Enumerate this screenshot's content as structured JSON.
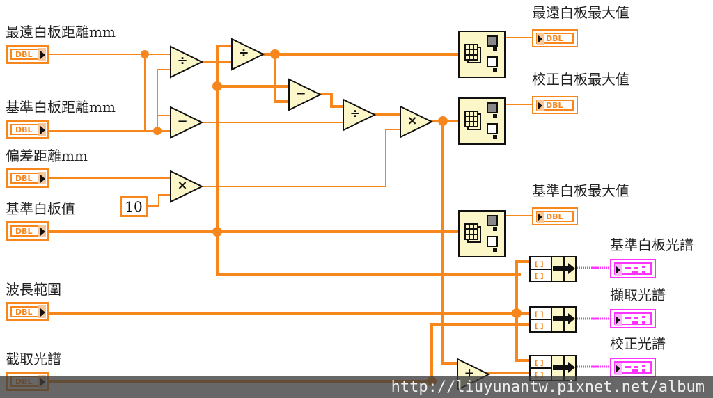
{
  "diagram": {
    "type": "LabVIEW block diagram",
    "wire_color": "#f7861c",
    "array_wire_color": "#ff33ff",
    "node_fill": "#fbf7c9"
  },
  "controls": [
    {
      "id": "far-white-distance",
      "label": "最遠白板距離mm",
      "type": "DBL",
      "array": false
    },
    {
      "id": "ref-white-distance",
      "label": "基準白板距離mm",
      "type": "DBL",
      "array": false
    },
    {
      "id": "offset-distance",
      "label": "偏差距離mm",
      "type": "DBL",
      "array": false
    },
    {
      "id": "ref-white-value",
      "label": "基準白板值",
      "type": "DBL",
      "array": true
    },
    {
      "id": "wavelength-range",
      "label": "波長範圍",
      "type": "DBL",
      "array": true
    },
    {
      "id": "captured-spectrum",
      "label": "截取光譜",
      "type": "DBL",
      "array": true
    }
  ],
  "constants": [
    {
      "id": "const-10",
      "value": "10"
    }
  ],
  "functions": [
    {
      "id": "divide-1",
      "op": "divide",
      "symbol": "÷"
    },
    {
      "id": "subtract-1",
      "op": "subtract",
      "symbol": "−"
    },
    {
      "id": "multiply-1",
      "op": "multiply",
      "symbol": "×"
    },
    {
      "id": "divide-2",
      "op": "divide",
      "symbol": "÷"
    },
    {
      "id": "subtract-2",
      "op": "subtract",
      "symbol": "−"
    },
    {
      "id": "divide-3",
      "op": "divide",
      "symbol": "÷"
    },
    {
      "id": "multiply-2",
      "op": "multiply",
      "symbol": "×"
    },
    {
      "id": "add-1",
      "op": "add",
      "symbol": "+"
    }
  ],
  "array_max_min_nodes": [
    "array-max-min-1",
    "array-max-min-2",
    "array-max-min-3"
  ],
  "build_cluster_nodes": [
    "build-xy-1",
    "build-xy-2",
    "build-xy-3"
  ],
  "indicators": [
    {
      "id": "far-white-max",
      "label": "最遠白板最大值",
      "type": "DBL"
    },
    {
      "id": "calib-white-max",
      "label": "校正白板最大值",
      "type": "DBL"
    },
    {
      "id": "ref-white-max",
      "label": "基準白板最大值",
      "type": "DBL"
    }
  ],
  "array_indicators": [
    {
      "id": "ref-white-spectrum",
      "label": "基準白板光譜"
    },
    {
      "id": "captured-spectrum-out",
      "label": "擷取光譜"
    },
    {
      "id": "calib-spectrum",
      "label": "校正光譜"
    }
  ],
  "watermark": "http://liuyunantw.pixnet.net/album"
}
